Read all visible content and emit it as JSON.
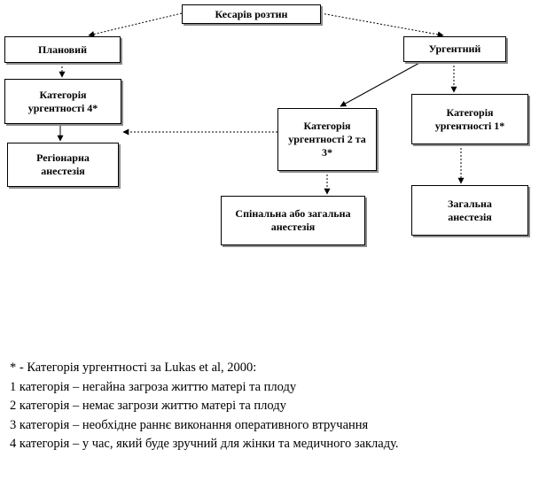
{
  "nodes": {
    "caesarean": {
      "label": "Кесарів розтин"
    },
    "planned": {
      "label": "Плановий"
    },
    "urgent": {
      "label": "Ургентний"
    },
    "category4": {
      "label": "Категорія ургентності 4*"
    },
    "category23": {
      "label": "Категорія ургентності 2 та 3*"
    },
    "category1": {
      "label": "Категорія ургентності 1*"
    },
    "regional": {
      "label": "Регіонарна анестезія"
    },
    "spinal_or_general": {
      "label": "Спінальна або загальна анестезія"
    },
    "general": {
      "label": "Загальна анестезія"
    }
  },
  "edges": [
    {
      "from": "caesarean",
      "to": "planned",
      "style": "dashed"
    },
    {
      "from": "caesarean",
      "to": "urgent",
      "style": "dashed"
    },
    {
      "from": "planned",
      "to": "category4",
      "style": "dashed"
    },
    {
      "from": "urgent",
      "to": "category23",
      "style": "solid"
    },
    {
      "from": "urgent",
      "to": "category1",
      "style": "dashed"
    },
    {
      "from": "category4",
      "to": "regional",
      "style": "solid"
    },
    {
      "from": "category23",
      "to": "category4",
      "style": "dashed"
    },
    {
      "from": "category23",
      "to": "spinal_or_general",
      "style": "dashed"
    },
    {
      "from": "category1",
      "to": "general",
      "style": "dashed"
    }
  ],
  "footnote": {
    "lines": [
      "* - Категорія ургентності за Lukas et al, 2000:",
      "1 категорія – негайна загроза життю матері та плоду",
      "2 категорія – немає загрози життю матері та плоду",
      "3 категорія – необхідне раннє виконання оперативного втручання",
      "4 категорія – у час, який буде зручний для жінки та медичного закладу."
    ]
  }
}
